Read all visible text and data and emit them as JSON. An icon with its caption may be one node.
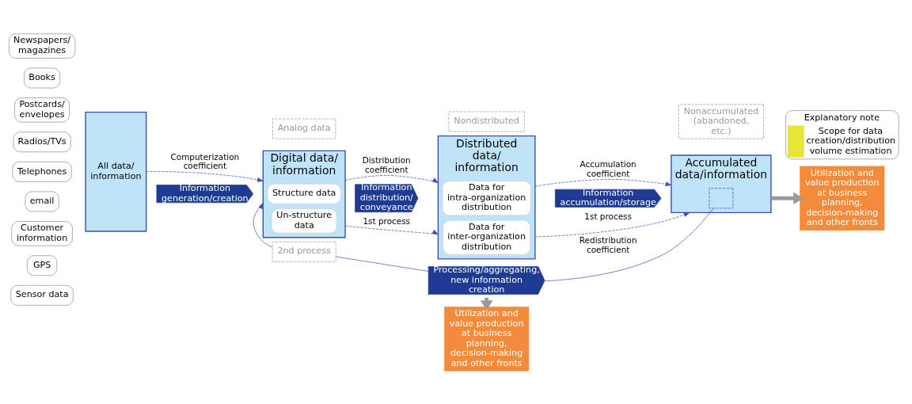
{
  "diagram": {
    "nodes": [
      {
        "text": [
          "Newspapers/ magazines"
        ]
      },
      {
        "text": [
          "Books"
        ]
      },
      {
        "text": [
          "Postcards/ envelopes"
        ]
      },
      {
        "text": [
          "Radios/TVs"
        ]
      },
      {
        "text": [
          "Telephones"
        ]
      },
      {
        "text": [
          "email"
        ]
      },
      {
        "text": [
          "Customer information"
        ]
      },
      {
        "text": [
          "GPS"
        ]
      },
      {
        "text": [
          "Sensor data"
        ]
      },
      {
        "text": [
          "All data/ information"
        ]
      },
      {
        "text": [
          "Analog data"
        ]
      },
      {
        "text": [
          "Digital data/ information"
        ]
      },
      {
        "text": [
          "Structure data"
        ],
        "in": 11
      },
      {
        "text": [
          "Un-structure data"
        ],
        "in": 11
      },
      {
        "text": [
          "Nondistributed"
        ]
      },
      {
        "text": [
          "Distributed data/ information"
        ]
      },
      {
        "text": [
          "Data for intra-organization distribution"
        ],
        "in": 15
      },
      {
        "text": [
          "Data for inter-organization distribution"
        ],
        "in": 15
      },
      {
        "text": [
          "Nonaccumulated (abandoned, etc.)"
        ]
      },
      {
        "text": [
          "Accumulated data/information"
        ]
      },
      {
        "text": [],
        "shape": "box",
        "in": 19
      },
      {
        "text": [
          "Utilization and value production at business planning, decision-making and other fronts"
        ]
      },
      {
        "text": [
          "2nd process"
        ]
      },
      {
        "text": [
          "Utilization and value production at business planning, decision-making and other fronts"
        ]
      },
      {
        "text": [
          "Information generation/creation"
        ]
      },
      {
        "text": [
          "Information distribution/ conveyance"
        ]
      },
      {
        "text": [
          "Information accumulation/storage"
        ]
      },
      {
        "text": [
          "Processing/aggregating, new information creation"
        ]
      }
    ],
    "edges": [
      {
        "from": 9,
        "to": 11,
        "arrow": "to",
        "style": "dashed",
        "label": "Computerization coefficient"
      },
      {
        "from": 11,
        "to": 15,
        "arrow": "to",
        "style": "dashed",
        "label": "Distribution coefficient"
      },
      {
        "from": 15,
        "to": 19,
        "arrow": "to",
        "style": "dashed",
        "label": "Accumulation coefficient"
      },
      {
        "from": 11,
        "to": 15,
        "arrow": "to",
        "style": "dashed",
        "label": "1st process"
      },
      {
        "from": 15,
        "to": 19,
        "arrow": "to",
        "style": "dashed",
        "label": "1st process"
      },
      {
        "from": 19,
        "to": 21,
        "arrow": "to",
        "style": "thick",
        "color": "#9a9a9a"
      },
      {
        "from": 20,
        "to": 27,
        "arrow": "none",
        "label": "Redistribution coefficient"
      },
      {
        "from": 27,
        "to": 22,
        "arrow": "none"
      },
      {
        "from": 22,
        "to": 11,
        "arrow": "to"
      },
      {
        "from": 27,
        "to": 23,
        "arrow": "to",
        "style": "thick",
        "color": "#9a9a9a"
      }
    ],
    "labels": [
      "Explanatory note"
    ],
    "legend": [
      {
        "text": "Scope for data creation/distribution volume estimation",
        "color": "#e6e639"
      }
    ]
  }
}
